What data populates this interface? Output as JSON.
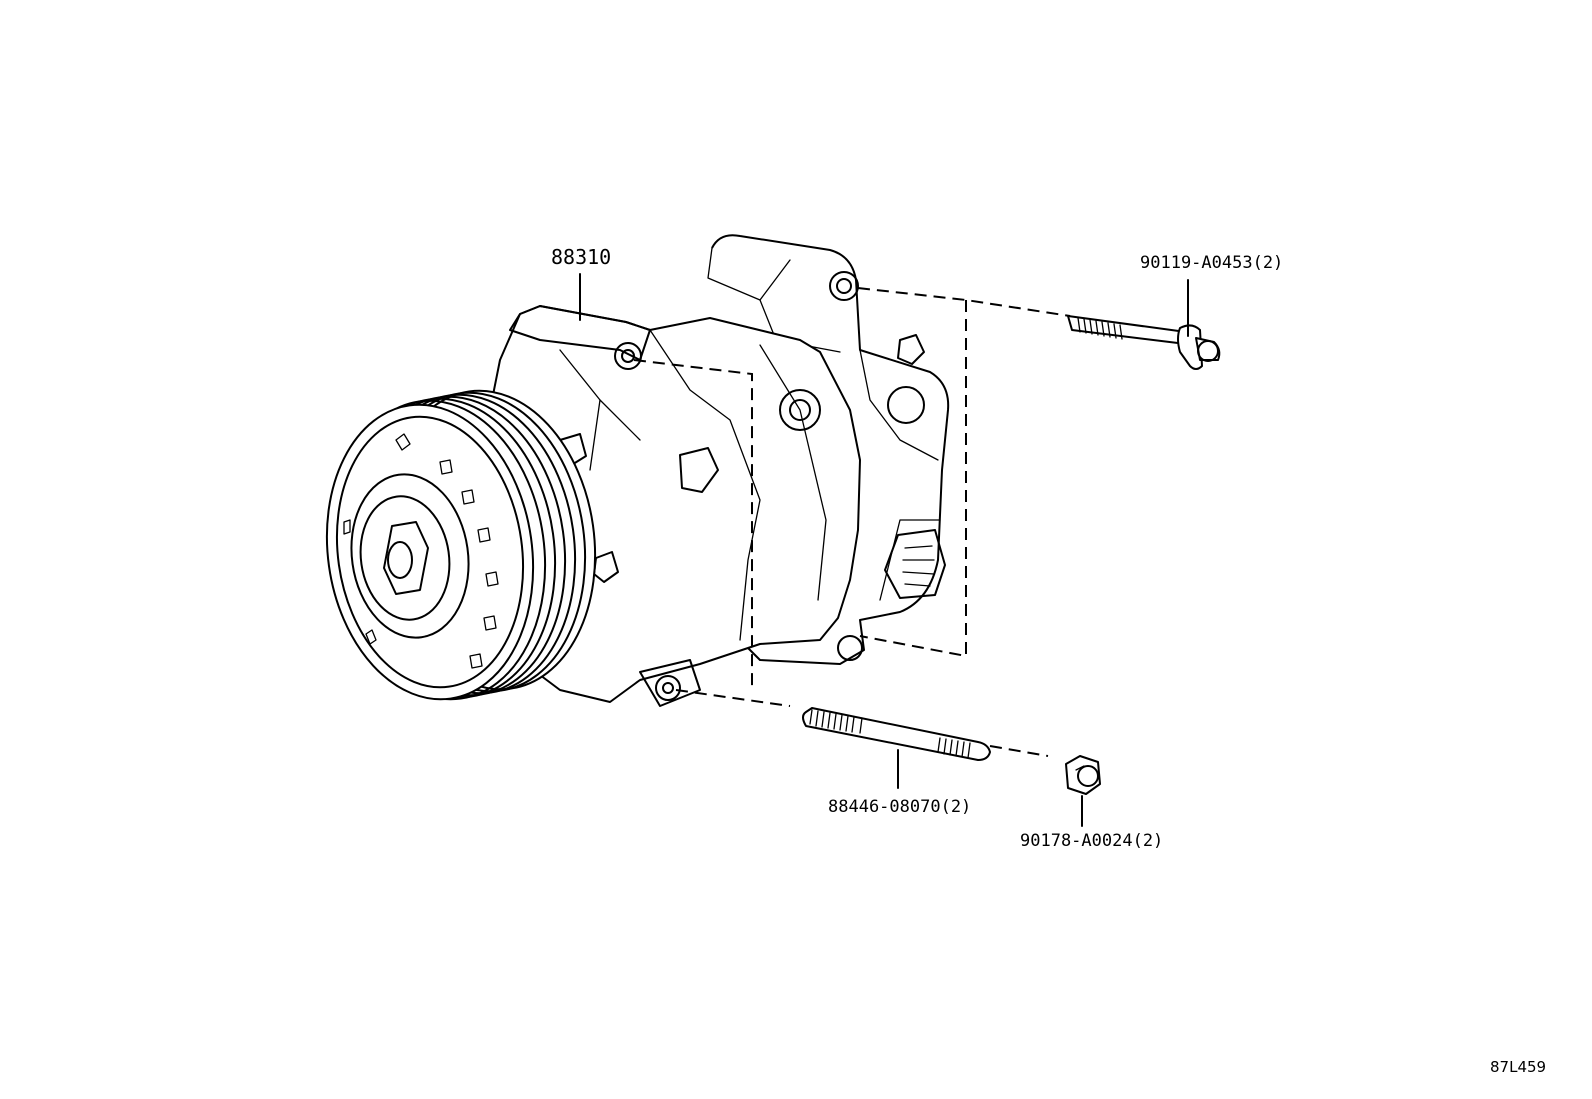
{
  "labels": {
    "compressor": "88310",
    "upper_bolt": "90119-A0453(2)",
    "stud_bolt": "88446-08070(2)",
    "nut": "90178-A0024(2)",
    "diagram_code": "87L459"
  }
}
